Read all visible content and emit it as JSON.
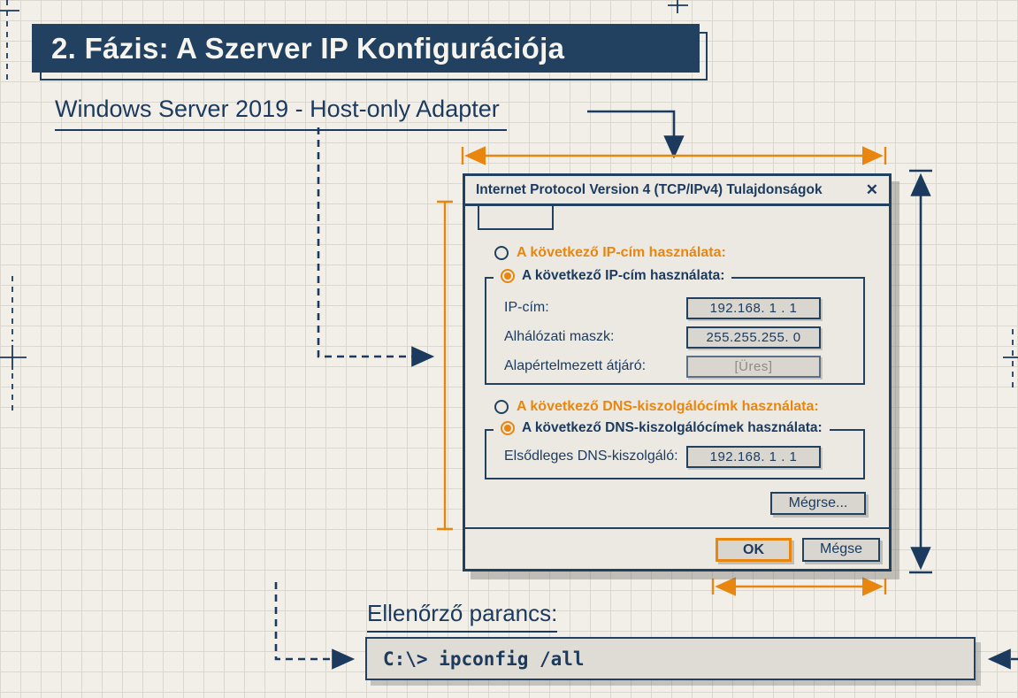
{
  "header": {
    "banner": "2. Fázis: A Szerver IP Konfigurációja",
    "subtitle": "Windows Server 2019 - Host-only Adapter"
  },
  "dialog": {
    "title": "Internet Protocol Version 4 (TCP/IPv4) Tulajdonságok",
    "close": "✕",
    "ip_radio_unselected": "A következő IP-cím használata:",
    "ip_group": {
      "legend": "A következő IP-cím használata:",
      "fields": [
        {
          "label": "IP-cím:",
          "value": "192.168. 1 . 1"
        },
        {
          "label": "Alhálózati maszk:",
          "value": "255.255.255. 0"
        },
        {
          "label": "Alapértelmezett átjáró:",
          "value": "[Üres]"
        }
      ]
    },
    "dns_radio_unselected": "A következő DNS-kiszolgálócímk használata:",
    "dns_group": {
      "legend": "A következő DNS-kiszolgálócímek használata:",
      "fields": [
        {
          "label": "Elsődleges DNS-kiszolgáló:",
          "value": "192.168. 1 . 1"
        }
      ]
    },
    "buttons": {
      "advanced": "Mégrse...",
      "ok": "OK",
      "cancel": "Mégse"
    }
  },
  "footer": {
    "label": "Ellenőrző parancs:",
    "command": "C:\\> ipconfig /all"
  },
  "colors": {
    "accent": "#E8860F",
    "navy": "#22405F",
    "paper": "#F2EFE9"
  }
}
